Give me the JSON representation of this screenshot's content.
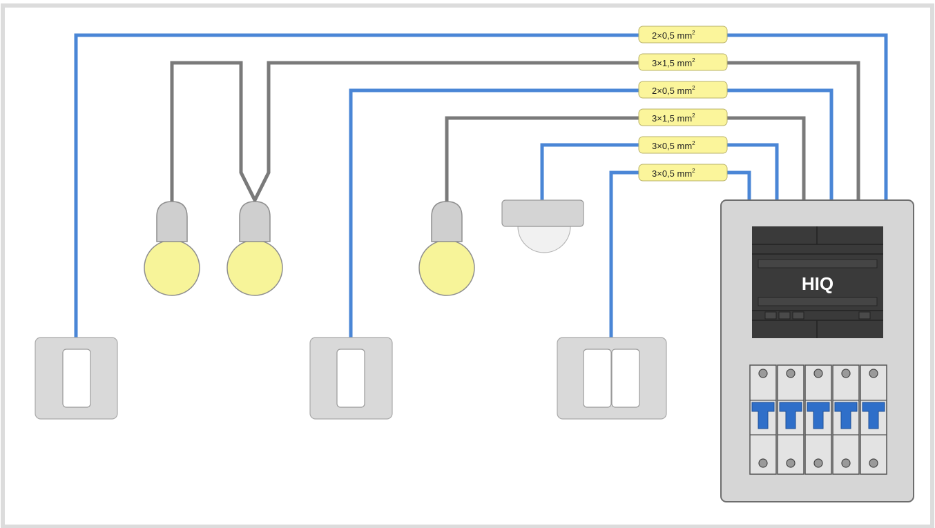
{
  "diagram": {
    "cable_labels": [
      {
        "text": "2×0,5 mm",
        "sup": "2"
      },
      {
        "text": "3×1,5 mm",
        "sup": "2"
      },
      {
        "text": "2×0,5 mm",
        "sup": "2"
      },
      {
        "text": "3×1,5 mm",
        "sup": "2"
      },
      {
        "text": "3×0,5 mm",
        "sup": "2"
      },
      {
        "text": "3×0,5 mm",
        "sup": "2"
      }
    ],
    "controller_label": "HIQ",
    "breaker_count": 5,
    "colors": {
      "low_voltage_wire": "#4a86d6",
      "mains_wire": "#7a7a7a",
      "cable_tag": "#fbf59b",
      "bulb": "#f7f499",
      "breaker_lever": "#2f6fc9",
      "controller": "#3a3a3a"
    }
  }
}
